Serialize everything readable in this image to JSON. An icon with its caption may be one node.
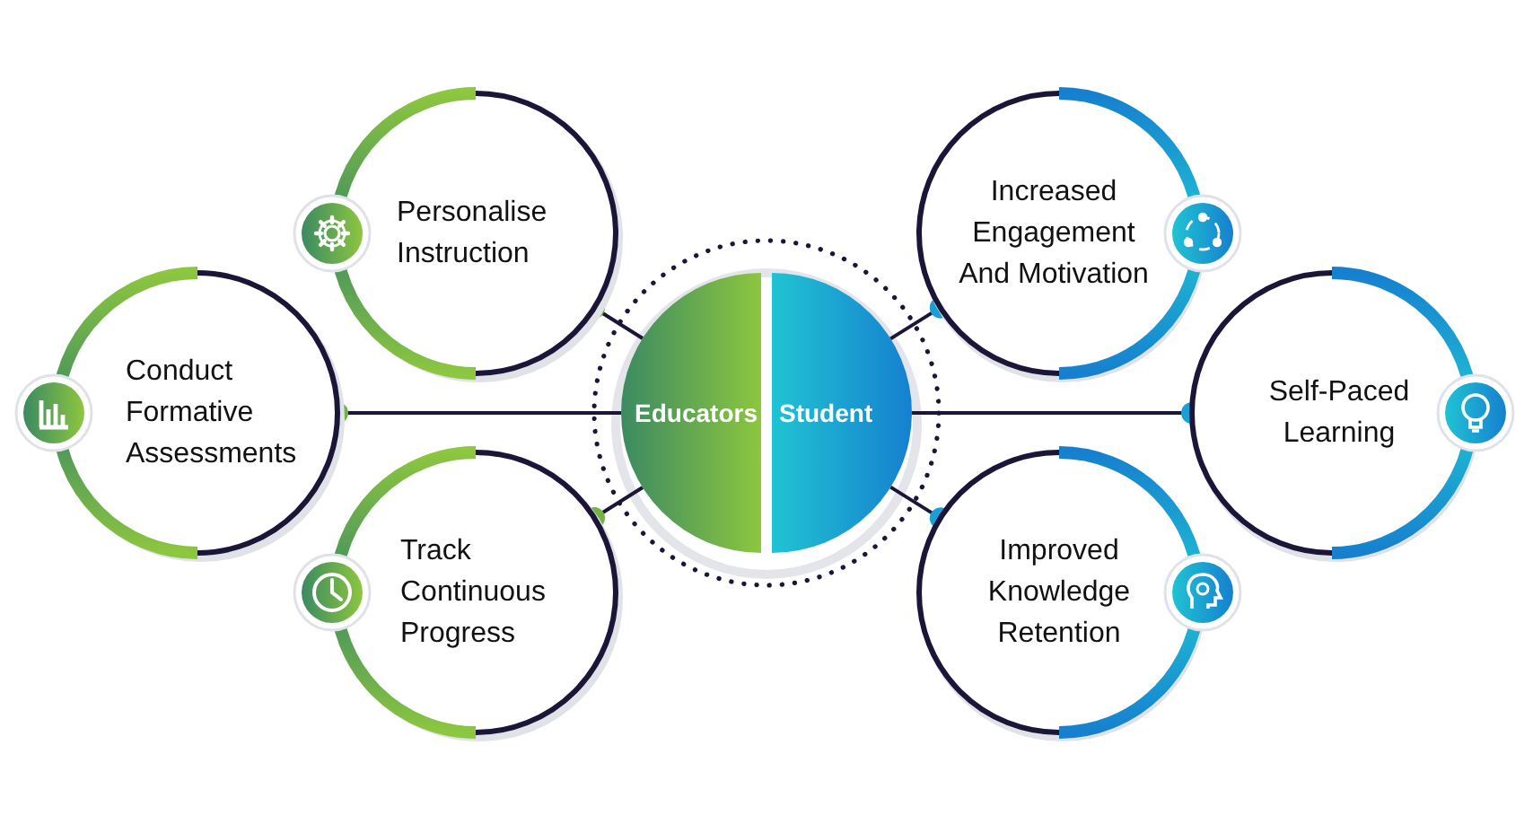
{
  "diagram": {
    "nodes": [
      {
        "text": [
          "Educators"
        ]
      },
      {
        "text": [
          "Student"
        ]
      },
      {
        "text": [
          "Personalise Instruction"
        ]
      },
      {
        "text": [
          "Conduct Formative Assessments"
        ]
      },
      {
        "text": [
          "Track Continuous Progress"
        ]
      },
      {
        "text": [
          "Increased Engagement And Motivation"
        ]
      },
      {
        "text": [
          "Self-Paced Learning"
        ]
      },
      {
        "text": [
          "Improved Knowledge Retention"
        ]
      }
    ],
    "edges": [
      {
        "from": 2,
        "to": 0,
        "arrow": "other"
      },
      {
        "from": 3,
        "to": 0,
        "arrow": "other"
      },
      {
        "from": 4,
        "to": 0,
        "arrow": "other"
      },
      {
        "from": 5,
        "to": 1,
        "arrow": "other"
      },
      {
        "from": 6,
        "to": 1,
        "arrow": "other"
      },
      {
        "from": 7,
        "to": 1,
        "arrow": "other"
      }
    ]
  }
}
